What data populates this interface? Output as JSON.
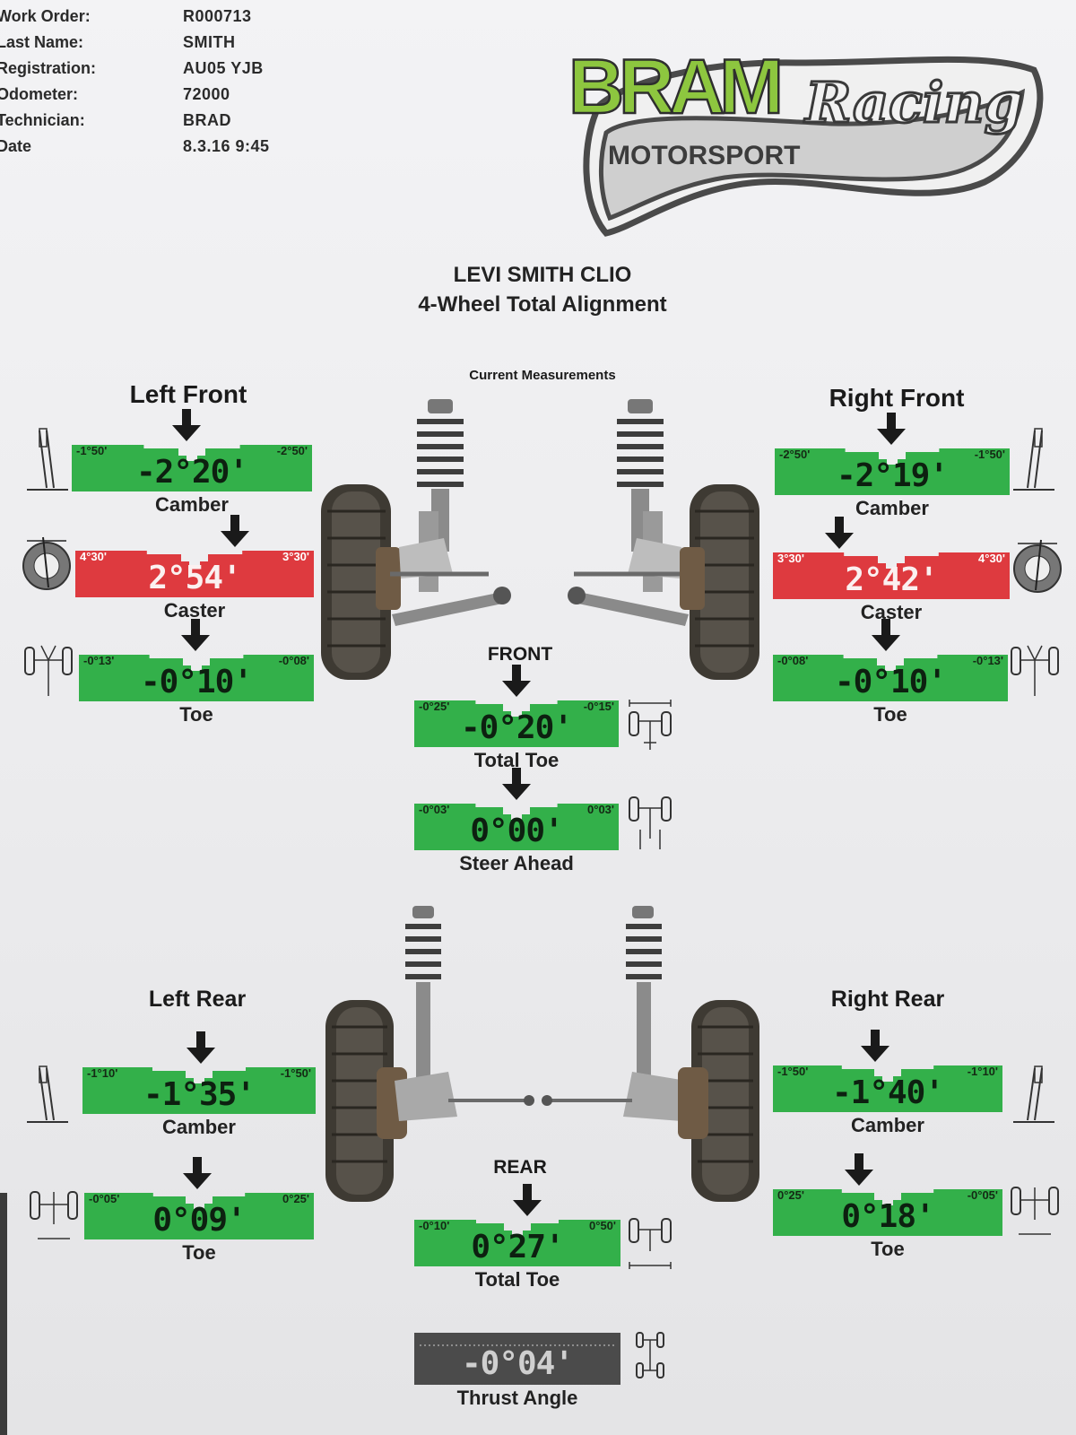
{
  "info": [
    {
      "label": "Work Order:",
      "value": "R000713"
    },
    {
      "label": "Last Name:",
      "value": "SMITH"
    },
    {
      "label": "Registration:",
      "value": "AU05 YJB"
    },
    {
      "label": "Odometer:",
      "value": "72000"
    },
    {
      "label": "Technician:",
      "value": "BRAD"
    },
    {
      "label": "Date",
      "value": "8.3.16 9:45"
    }
  ],
  "logo": {
    "bram": "BRAM",
    "racing": "Racing",
    "motorsport": "MOTORSPORT",
    "green": "#8dc63f"
  },
  "title": {
    "line1": "LEVI SMITH CLIO",
    "line2": "4-Wheel Total Alignment"
  },
  "current_measurements": "Current Measurements",
  "left_front": "Left Front",
  "right_front": "Right Front",
  "left_rear": "Left Rear",
  "right_rear": "Right Rear",
  "front_label": "FRONT",
  "rear_label": "REAR",
  "colors": {
    "green": "#33b04a",
    "red": "#de3a3f",
    "gray": "#4b4b4b"
  },
  "gauges": {
    "lf_camber": {
      "min": "-1°50'",
      "max": "-2°50'",
      "value": "-2°20'",
      "label": "Camber",
      "status": "green"
    },
    "lf_caster": {
      "min": "4°30'",
      "max": "3°30'",
      "value": "2°54'",
      "label": "Caster",
      "status": "red"
    },
    "lf_toe": {
      "min": "-0°13'",
      "max": "-0°08'",
      "value": "-0°10'",
      "label": "Toe",
      "status": "green"
    },
    "rf_camber": {
      "min": "-2°50'",
      "max": "-1°50'",
      "value": "-2°19'",
      "label": "Camber",
      "status": "green"
    },
    "rf_caster": {
      "min": "3°30'",
      "max": "4°30'",
      "value": "2°42'",
      "label": "Caster",
      "status": "red"
    },
    "rf_toe": {
      "min": "-0°08'",
      "max": "-0°13'",
      "value": "-0°10'",
      "label": "Toe",
      "status": "green"
    },
    "front_total_toe": {
      "min": "-0°25'",
      "max": "-0°15'",
      "value": "-0°20'",
      "label": "Total Toe",
      "status": "green"
    },
    "steer_ahead": {
      "min": "-0°03'",
      "max": "0°03'",
      "value": "0°00'",
      "label": "Steer Ahead",
      "status": "green"
    },
    "lr_camber": {
      "min": "-1°10'",
      "max": "-1°50'",
      "value": "-1°35'",
      "label": "Camber",
      "status": "green"
    },
    "lr_toe": {
      "min": "-0°05'",
      "max": "0°25'",
      "value": "0°09'",
      "label": "Toe",
      "status": "green"
    },
    "rr_camber": {
      "min": "-1°50'",
      "max": "-1°10'",
      "value": "-1°40'",
      "label": "Camber",
      "status": "green"
    },
    "rr_toe": {
      "min": "0°25'",
      "max": "-0°05'",
      "value": "0°18'",
      "label": "Toe",
      "status": "green"
    },
    "rear_total_toe": {
      "min": "-0°10'",
      "max": "0°50'",
      "value": "0°27'",
      "label": "Total Toe",
      "status": "green"
    },
    "thrust_angle": {
      "value": "-0°04'",
      "label": "Thrust Angle",
      "status": "gray"
    }
  }
}
